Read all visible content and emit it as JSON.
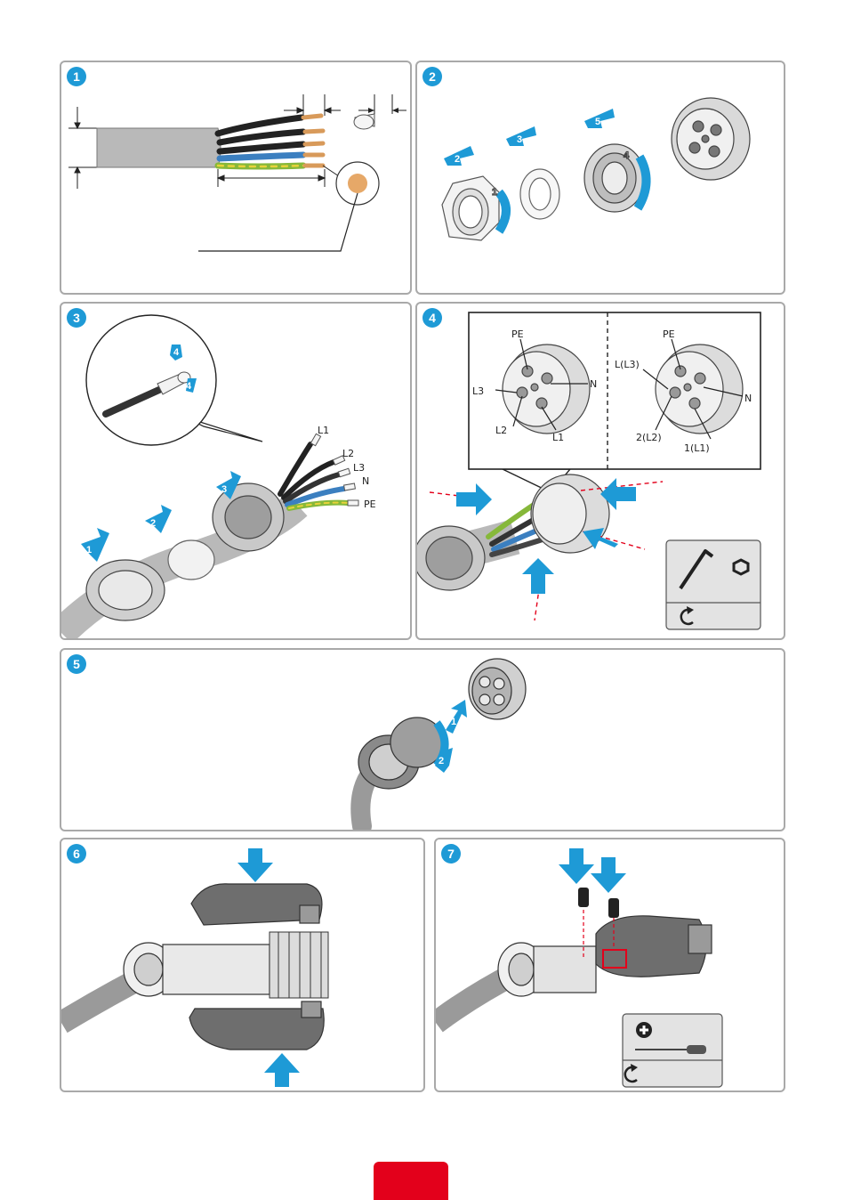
{
  "steps": [
    {
      "num": "1"
    },
    {
      "num": "2"
    },
    {
      "num": "3"
    },
    {
      "num": "4"
    },
    {
      "num": "5"
    },
    {
      "num": "6"
    },
    {
      "num": "7"
    }
  ],
  "step2": {
    "arrow_labels": [
      "2",
      "3",
      "5",
      "1",
      "4"
    ]
  },
  "step3": {
    "arrow_labels": [
      "1",
      "2",
      "3"
    ],
    "zoom_arrow_labels": [
      "4",
      "4"
    ],
    "wire_labels": [
      "L1",
      "L2",
      "L3",
      "N",
      "PE"
    ]
  },
  "step4": {
    "left_labels": {
      "pe": "PE",
      "l3": "L3",
      "n": "N",
      "l2": "L2",
      "l1": "L1"
    },
    "right_labels": {
      "pe": "PE",
      "l3": "L(L3)",
      "n": "N",
      "l2": "2(L2)",
      "l1": "1(L1)"
    }
  },
  "step5": {
    "arrow_labels": [
      "1",
      "2"
    ]
  },
  "colors": {
    "accent": "#1e9ad6",
    "page_tab": "#e3001b",
    "panel_border": "#a9a9a9",
    "marker_red": "#e3001b"
  },
  "icons": [
    "allen-key-icon",
    "hex-socket-icon",
    "rotate-icon",
    "phillips-screwdriver-icon",
    "plus-icon"
  ]
}
